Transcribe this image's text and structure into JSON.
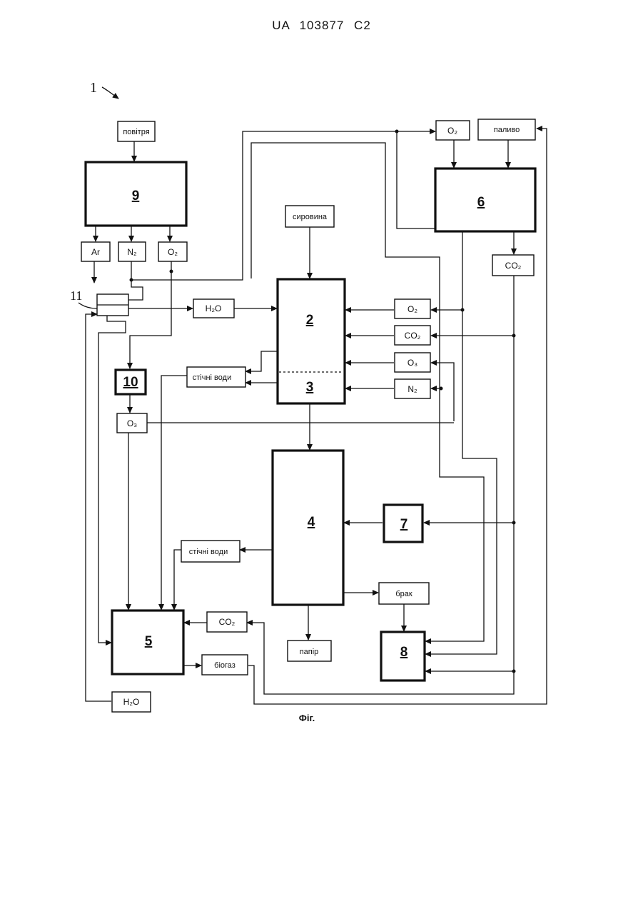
{
  "header": {
    "text": "UA   103877   C2"
  },
  "figure": {
    "ref": "1",
    "caption": "Фіг."
  },
  "units": {
    "u2": "2",
    "u3": "3",
    "u4": "4",
    "u5": "5",
    "u6": "6",
    "u7": "7",
    "u8": "8",
    "u9": "9",
    "u10": "10",
    "u11": "11"
  },
  "labels": {
    "air": "повітря",
    "raw": "сировина",
    "fuel": "паливо",
    "ar": "Ar",
    "n2_top": "N₂",
    "o2_top": "O₂",
    "o2_fuel": "O₂",
    "co2_6": "CO₂",
    "h2o_in": "H₂O",
    "o2_side": "O₂",
    "co2_side": "CO₂",
    "o3_side": "O₃",
    "n2_side": "N₂",
    "waste_water_1": "стічні води",
    "o3_10": "O₃",
    "waste_water_2": "стічні води",
    "reject": "брак",
    "co2_5": "CO₂",
    "paper": "папір",
    "biogas": "біогаз",
    "h2o_out": "H₂O"
  }
}
